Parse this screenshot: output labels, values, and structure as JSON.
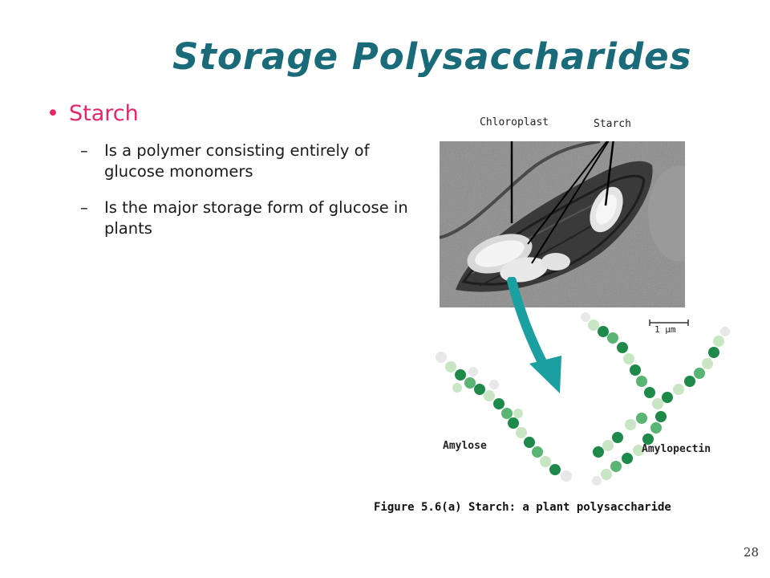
{
  "slide": {
    "title": "Storage Polysaccharides",
    "bullet": "Starch",
    "bullet_marker": "•",
    "sub_marker": "–",
    "subpoints": [
      "Is a polymer consisting entirely of glucose monomers",
      "Is the major storage form of glucose in plants"
    ],
    "page_number": "28"
  },
  "figure": {
    "label_chloroplast": "Chloroplast",
    "label_starch": "Starch",
    "scale_label": "1 μm",
    "label_amylose": "Amylose",
    "label_amylopectin": "Amylopectin",
    "caption": "Figure 5.6(a) Starch: a plant polysaccharide"
  },
  "colors": {
    "title": "#1a6b7a",
    "bullet": "#e8246a",
    "arrow": "#1aa0a0",
    "chain_dark": "#1e8a4a",
    "chain_light": "#c9e6c4"
  }
}
